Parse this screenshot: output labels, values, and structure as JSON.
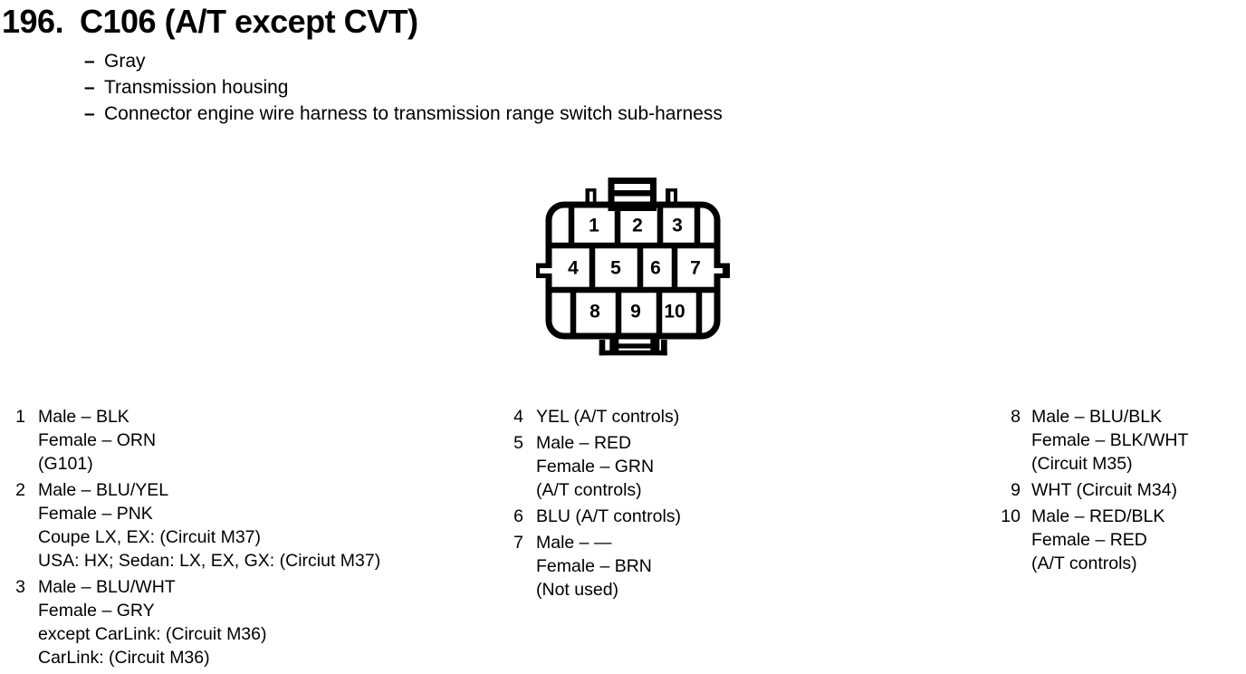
{
  "page": {
    "title_number": "196.",
    "title": "C106 (A/T except CVT)",
    "bullet_dash": "–",
    "bullets": [
      "Gray",
      "Transmission housing",
      "Connector engine wire harness to transmission range switch sub-harness"
    ]
  },
  "connector": {
    "name": "C106 10-cavity connector, front view",
    "cavity_numbers": [
      "1",
      "2",
      "3",
      "4",
      "5",
      "6",
      "7",
      "8",
      "9",
      "10"
    ],
    "rows": [
      [
        "1",
        "2",
        "3"
      ],
      [
        "4",
        "5",
        "6",
        "7"
      ],
      [
        "8",
        "9",
        "10"
      ]
    ]
  },
  "pin_list": {
    "columns": [
      {
        "entries": [
          {
            "number": "1",
            "lines": [
              "Male – BLK",
              "Female – ORN",
              "(G101)"
            ]
          },
          {
            "number": "2",
            "lines": [
              "Male – BLU/YEL",
              "Female – PNK",
              "Coupe LX, EX: (Circuit M37)",
              "USA: HX; Sedan: LX, EX, GX: (Circiut M37)"
            ]
          },
          {
            "number": "3",
            "lines": [
              "Male – BLU/WHT",
              "Female – GRY",
              "except CarLink: (Circuit M36)",
              "CarLink: (Circuit M36)"
            ]
          }
        ]
      },
      {
        "entries": [
          {
            "number": "4",
            "lines": [
              "YEL (A/T controls)"
            ]
          },
          {
            "number": "5",
            "lines": [
              "Male – RED",
              "Female – GRN",
              "(A/T controls)"
            ]
          },
          {
            "number": "6",
            "lines": [
              "BLU (A/T controls)"
            ]
          },
          {
            "number": "7",
            "lines": [
              "Male – —",
              "Female – BRN",
              "(Not used)"
            ]
          }
        ]
      },
      {
        "entries": [
          {
            "number": "8",
            "lines": [
              "Male – BLU/BLK",
              "Female – BLK/WHT",
              "(Circuit M35)"
            ]
          },
          {
            "number": "9",
            "lines": [
              "WHT (Circuit M34)"
            ]
          },
          {
            "number": "10",
            "lines": [
              "Male – RED/BLK",
              "Female – RED",
              "(A/T controls)"
            ]
          }
        ]
      }
    ]
  },
  "colors": {
    "ink": "#000000",
    "paper": "#ffffff"
  }
}
